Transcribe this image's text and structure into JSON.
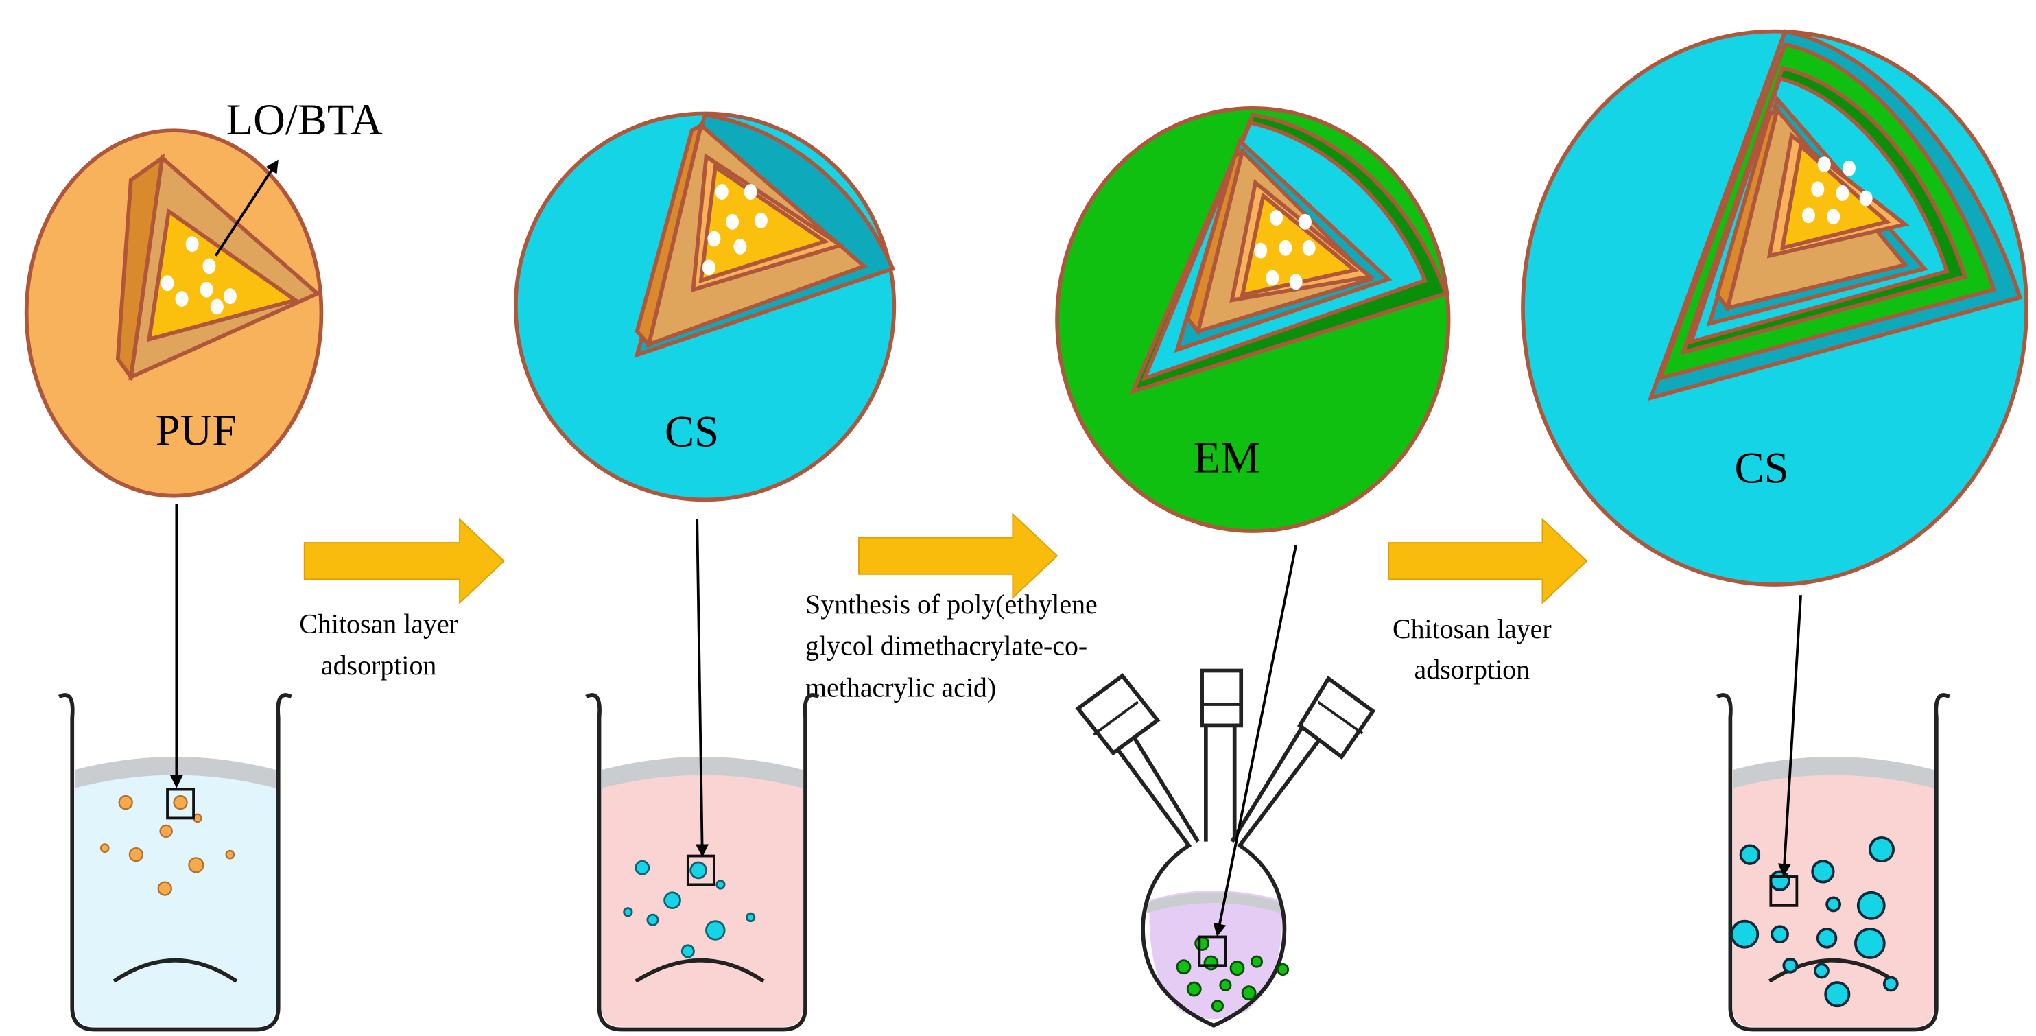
{
  "particles": {
    "puf": {
      "label": "PUF",
      "core_label": "LO/BTA"
    },
    "cs1": {
      "label": "CS"
    },
    "em": {
      "label": "EM"
    },
    "cs2": {
      "label": "CS"
    }
  },
  "steps": {
    "step1": {
      "line1": "Chitosan layer",
      "line2": "adsorption"
    },
    "step2": {
      "line1": "Synthesis of poly(ethylene",
      "line2": "glycol dimethacrylate-co-",
      "line3": "methacrylic acid)"
    },
    "step3": {
      "line1": "Chitosan layer",
      "line2": "adsorption"
    }
  },
  "colors": {
    "puf_shell": "#F9B25C",
    "puf_wedge_dark": "#D98A2C",
    "puf_wedge_mid": "#E0A55C",
    "core": "#FBBF0E",
    "outline": "#B0563A",
    "chitosan": "#15D4E6",
    "chitosan_dark": "#0FA9BC",
    "em_green": "#10C010",
    "em_green_dark": "#0A8F0A",
    "arrow": "#F9BB0C",
    "liquid_blue": "#E0F6FC",
    "liquid_pink": "#F9D4D2",
    "liquid_purple": "#E4CCF5"
  }
}
